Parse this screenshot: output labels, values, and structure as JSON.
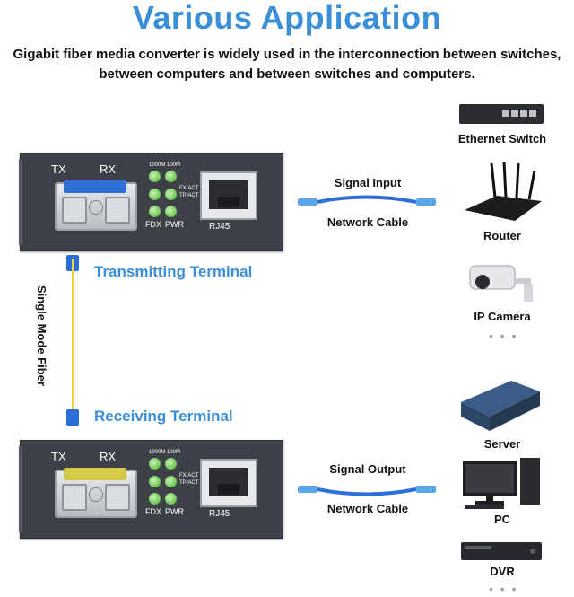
{
  "header": {
    "title": "Various Application",
    "subtitle_line1": "Gigabit fiber media converter is widely used in the interconnection between switches,",
    "subtitle_line2": "between computers and between switches and computers."
  },
  "converters": {
    "top": {
      "tx": "TX",
      "rx": "RX",
      "led_1000m": "1000M",
      "led_100m": "100M",
      "fx_act": "FX/ACT",
      "tp_act": "TP/ACT",
      "fdx": "FDX",
      "pwr": "PWR",
      "rj45": "RJ45"
    },
    "bottom": {
      "tx": "TX",
      "rx": "RX",
      "led_1000m": "1000M",
      "led_100m": "100M",
      "fx_act": "FX/ACT",
      "tp_act": "TP/ACT",
      "fdx": "FDX",
      "pwr": "PWR",
      "rj45": "RJ45"
    }
  },
  "labels": {
    "signal_input": "Signal Input",
    "network_cable_top": "Network Cable",
    "transmitting": "Transmitting Terminal",
    "fiber": "Single Mode Fiber",
    "receiving": "Receiving Terminal",
    "signal_output": "Signal Output",
    "network_cable_bottom": "Network Cable"
  },
  "devices": {
    "ethernet_switch": "Ethernet Switch",
    "router": "Router",
    "ip_camera": "IP Camera",
    "server": "Server",
    "pc": "PC",
    "dvr": "DVR",
    "more": "• • •"
  },
  "colors": {
    "accent": "#3a8fd9",
    "cable": "#2d6fd8",
    "fiber": "#e8d640",
    "led": "#6bc44a",
    "chassis": "#3d4147"
  }
}
